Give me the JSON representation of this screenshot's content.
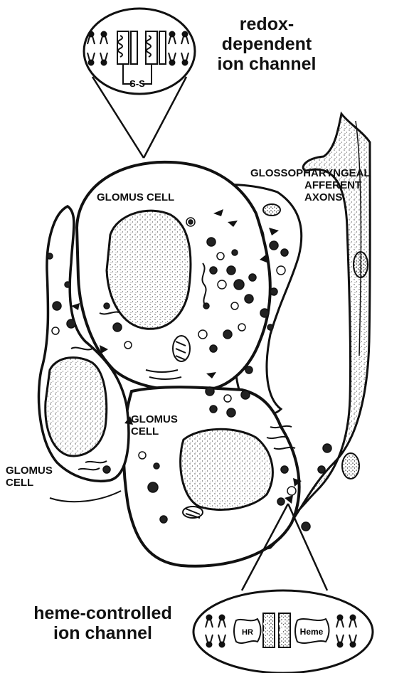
{
  "labels": {
    "redox_channel": [
      "redox-",
      "dependent",
      "ion channel"
    ],
    "heme_channel": [
      "heme-controlled",
      "ion channel"
    ],
    "glossopharyngeal": [
      "GLOSSOPHARYNGEAL",
      "AFFERENT",
      "AXONS"
    ],
    "glomus_top": "GLOMUS CELL",
    "glomus_middle": [
      "GLOMUS",
      "CELL"
    ],
    "glomus_left": [
      "GLOMUS",
      "CELL"
    ]
  },
  "insets": {
    "redox": {
      "bridge_label": "S-S"
    },
    "heme": {
      "hr_label": "HR",
      "heme_label": "Heme"
    }
  },
  "colors": {
    "ink": "#111111",
    "background": "#ffffff",
    "stipple": "#444444"
  }
}
